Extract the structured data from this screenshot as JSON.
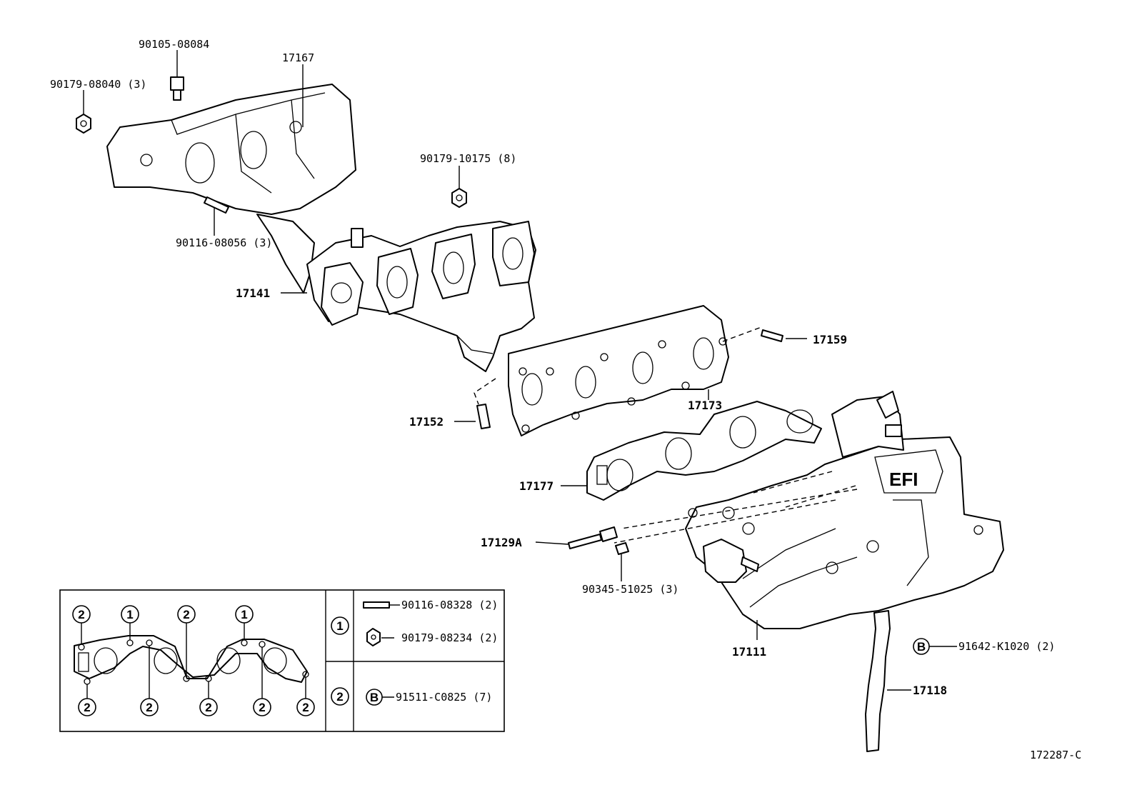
{
  "labels": {
    "p90105_08084": "90105-08084",
    "p17167": "17167",
    "p90179_08040": "90179-08040 (3)",
    "p90179_10175": "90179-10175 (8)",
    "p90116_08056": "90116-08056 (3)",
    "p17141": "17141",
    "p17159": "17159",
    "p17173": "17173",
    "p17152": "17152",
    "p17177": "17177",
    "p17129A": "17129A",
    "p90345_51025": "90345-51025 (3)",
    "p17111": "17111",
    "p91642": "91642-K1020 (2)",
    "p17118": "17118",
    "diagram_code": "172287-C"
  },
  "callouts": {
    "b_symbol": "B",
    "one": "1",
    "two": "2"
  },
  "legend": {
    "row1_part_a": "90116-08328 (2)",
    "row1_part_b": "90179-08234 (2)",
    "row2_part": "91511-C0825 (7)"
  }
}
